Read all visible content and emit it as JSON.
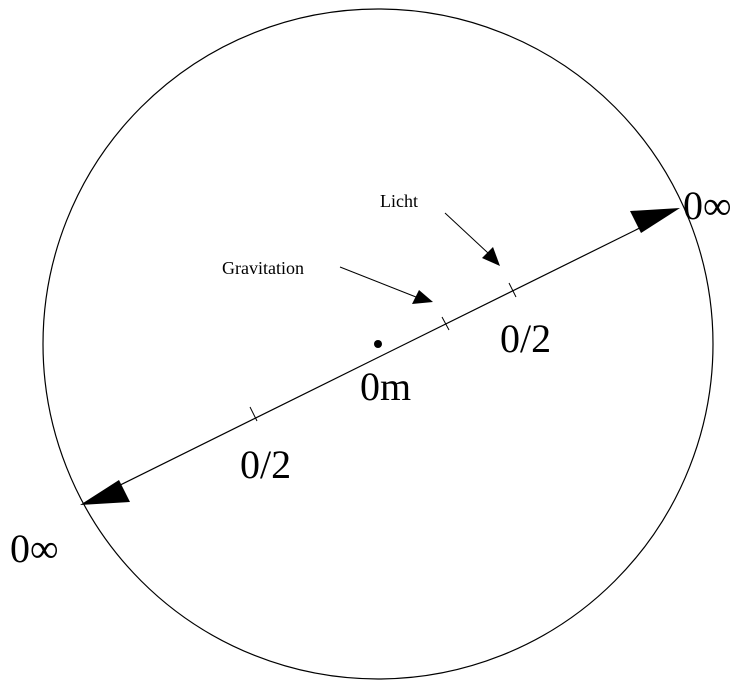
{
  "labels": {
    "center": "0m",
    "half_right": "0/2",
    "half_left": "0/2",
    "infinity_right": "0∞",
    "infinity_left": "0∞",
    "gravitation": "Gravitation",
    "licht": "Licht"
  },
  "colors": {
    "ink": "#000000",
    "background": "#ffffff"
  }
}
